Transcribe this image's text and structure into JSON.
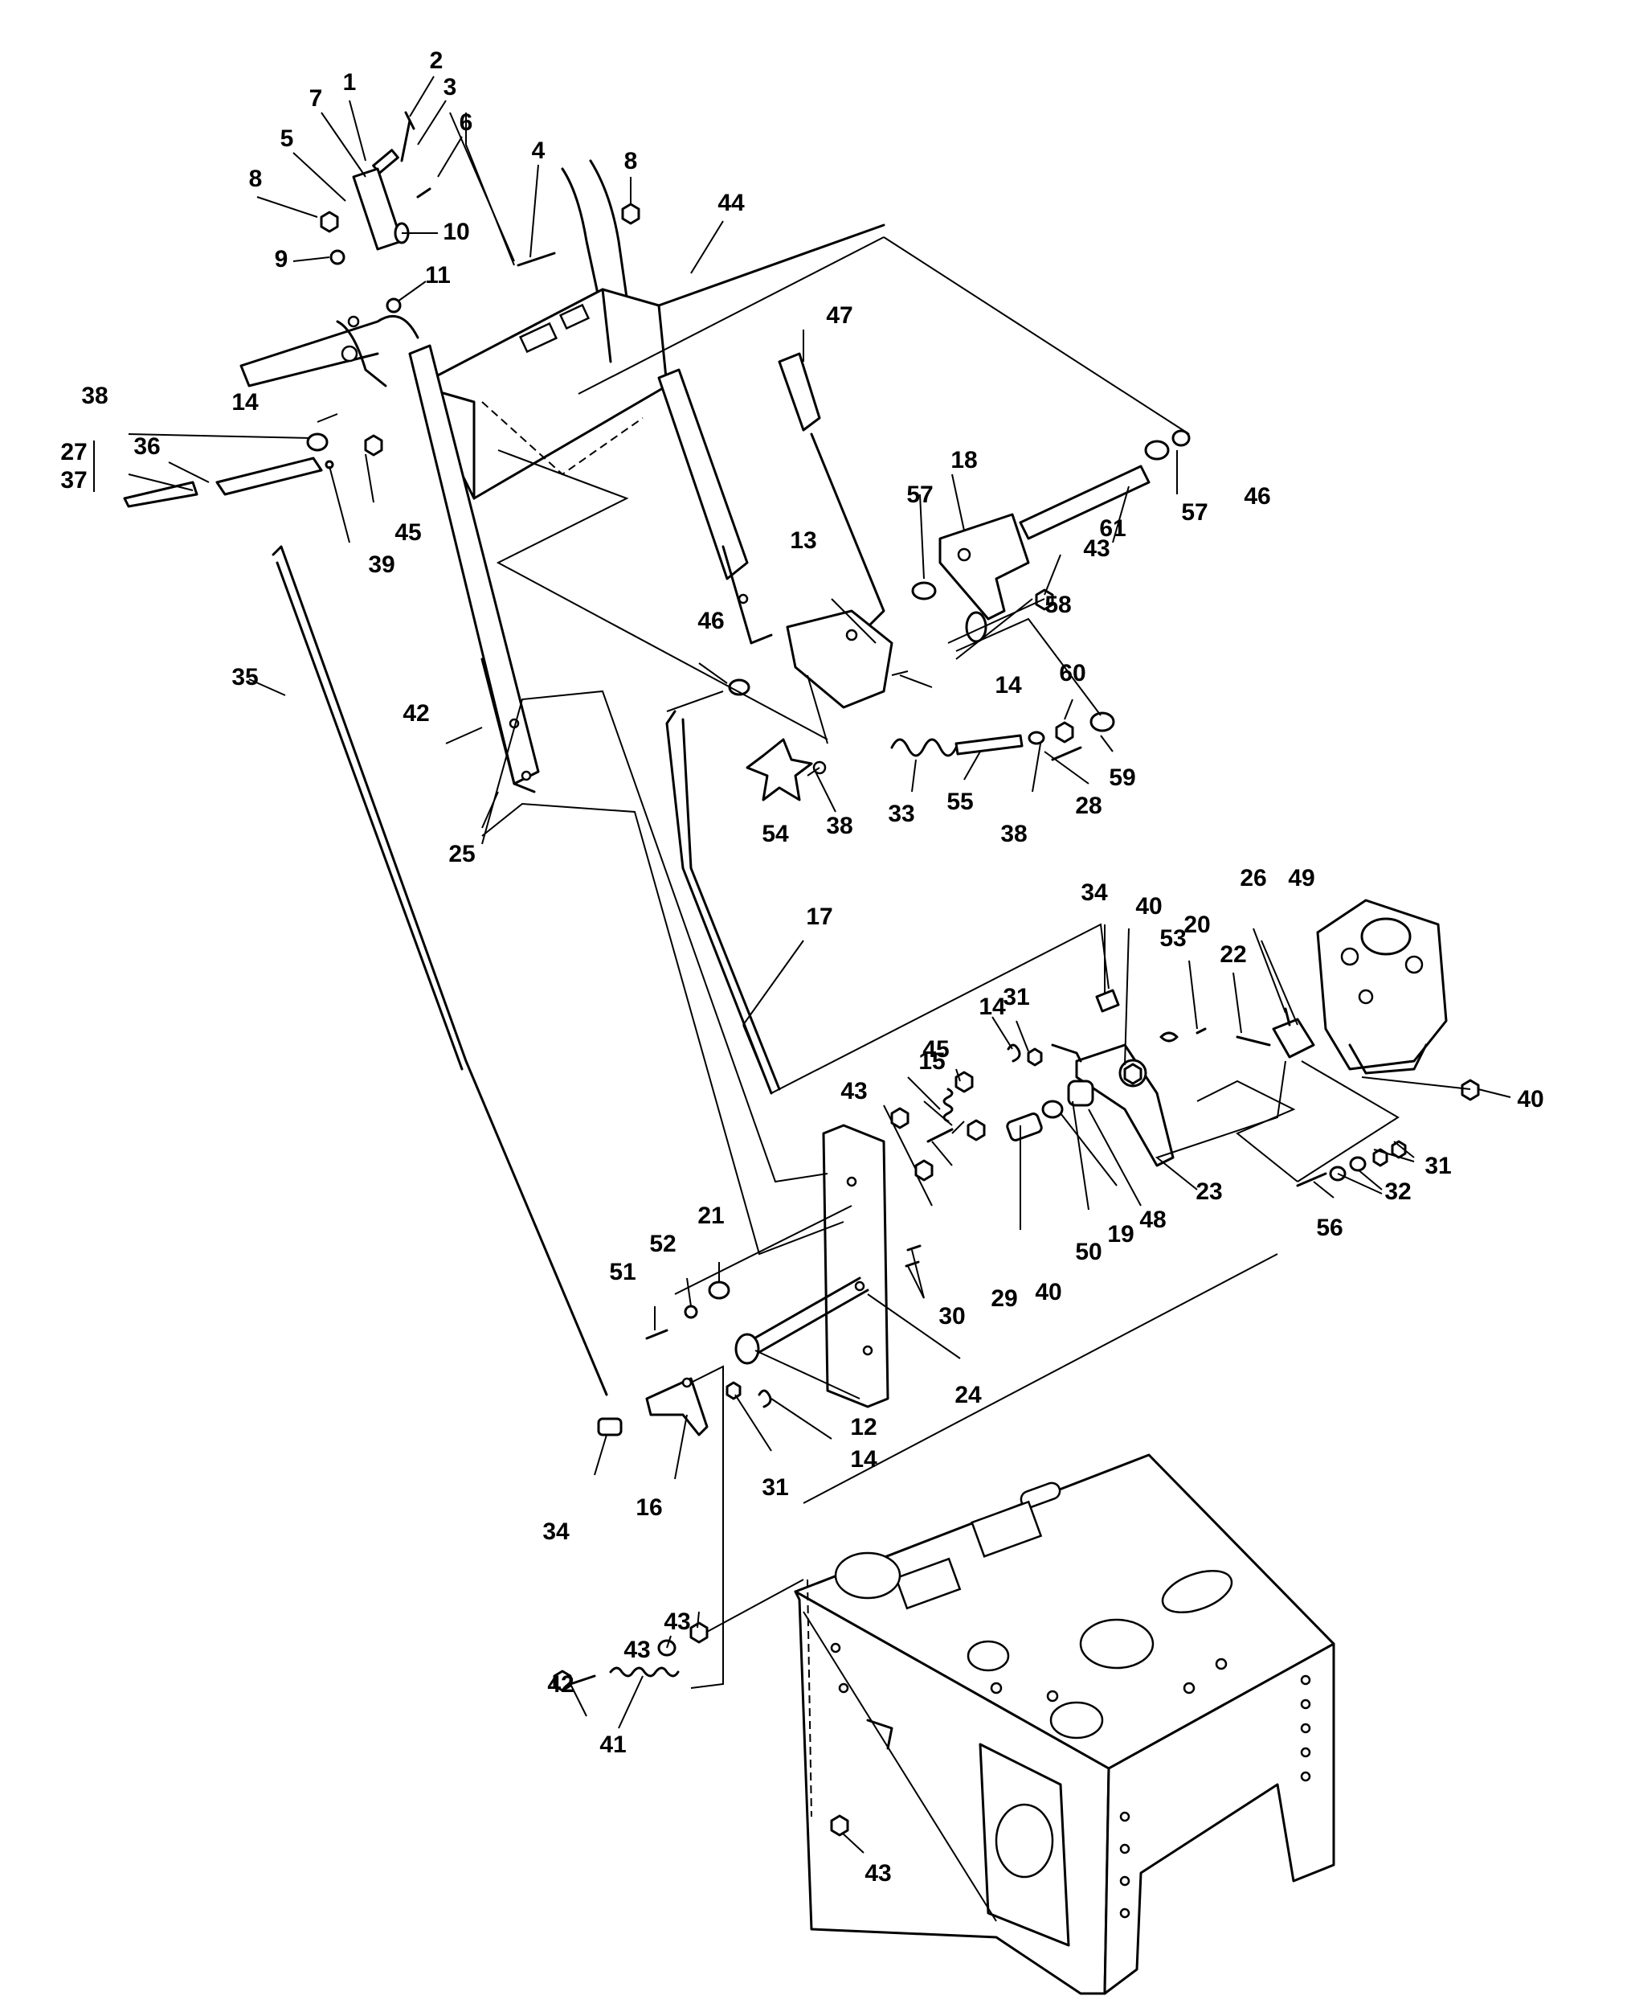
{
  "callouts": [
    {
      "id": "1",
      "text": "1"
    },
    {
      "id": "2",
      "text": "2"
    },
    {
      "id": "3",
      "text": "3"
    },
    {
      "id": "4",
      "text": "4"
    },
    {
      "id": "5",
      "text": "5"
    },
    {
      "id": "6",
      "text": "6"
    },
    {
      "id": "7",
      "text": "7"
    },
    {
      "id": "8a",
      "text": "8"
    },
    {
      "id": "8b",
      "text": "8"
    },
    {
      "id": "9",
      "text": "9"
    },
    {
      "id": "10",
      "text": "10"
    },
    {
      "id": "11",
      "text": "11"
    },
    {
      "id": "12",
      "text": "12"
    },
    {
      "id": "13",
      "text": "13"
    },
    {
      "id": "14a",
      "text": "14"
    },
    {
      "id": "14b",
      "text": "14"
    },
    {
      "id": "14c",
      "text": "14"
    },
    {
      "id": "14d",
      "text": "14"
    },
    {
      "id": "15",
      "text": "15"
    },
    {
      "id": "16",
      "text": "16"
    },
    {
      "id": "17",
      "text": "17"
    },
    {
      "id": "18",
      "text": "18"
    },
    {
      "id": "19",
      "text": "19"
    },
    {
      "id": "20",
      "text": "20"
    },
    {
      "id": "21",
      "text": "21"
    },
    {
      "id": "22",
      "text": "22"
    },
    {
      "id": "23",
      "text": "23"
    },
    {
      "id": "24",
      "text": "24"
    },
    {
      "id": "25",
      "text": "25"
    },
    {
      "id": "26",
      "text": "26"
    },
    {
      "id": "27",
      "text": "27"
    },
    {
      "id": "28",
      "text": "28"
    },
    {
      "id": "29",
      "text": "29"
    },
    {
      "id": "30",
      "text": "30"
    },
    {
      "id": "31a",
      "text": "31"
    },
    {
      "id": "31b",
      "text": "31"
    },
    {
      "id": "31c",
      "text": "31"
    },
    {
      "id": "32",
      "text": "32"
    },
    {
      "id": "33",
      "text": "33"
    },
    {
      "id": "34a",
      "text": "34"
    },
    {
      "id": "34b",
      "text": "34"
    },
    {
      "id": "35",
      "text": "35"
    },
    {
      "id": "36",
      "text": "36"
    },
    {
      "id": "37",
      "text": "37"
    },
    {
      "id": "38a",
      "text": "38"
    },
    {
      "id": "38b",
      "text": "38"
    },
    {
      "id": "38c",
      "text": "38"
    },
    {
      "id": "39",
      "text": "39"
    },
    {
      "id": "40a",
      "text": "40"
    },
    {
      "id": "40b",
      "text": "40"
    },
    {
      "id": "40c",
      "text": "40"
    },
    {
      "id": "41",
      "text": "41"
    },
    {
      "id": "42a",
      "text": "42"
    },
    {
      "id": "42b",
      "text": "42"
    },
    {
      "id": "43a",
      "text": "43"
    },
    {
      "id": "43b",
      "text": "43"
    },
    {
      "id": "43c",
      "text": "43"
    },
    {
      "id": "43d",
      "text": "43"
    },
    {
      "id": "43e",
      "text": "43"
    },
    {
      "id": "44",
      "text": "44"
    },
    {
      "id": "45a",
      "text": "45"
    },
    {
      "id": "45b",
      "text": "45"
    },
    {
      "id": "46a",
      "text": "46"
    },
    {
      "id": "46b",
      "text": "46"
    },
    {
      "id": "47",
      "text": "47"
    },
    {
      "id": "48",
      "text": "48"
    },
    {
      "id": "49",
      "text": "49"
    },
    {
      "id": "50",
      "text": "50"
    },
    {
      "id": "51",
      "text": "51"
    },
    {
      "id": "52",
      "text": "52"
    },
    {
      "id": "53",
      "text": "53"
    },
    {
      "id": "54",
      "text": "54"
    },
    {
      "id": "55",
      "text": "55"
    },
    {
      "id": "56",
      "text": "56"
    },
    {
      "id": "57a",
      "text": "57"
    },
    {
      "id": "57b",
      "text": "57"
    },
    {
      "id": "58",
      "text": "58"
    },
    {
      "id": "59",
      "text": "59"
    },
    {
      "id": "60",
      "text": "60"
    },
    {
      "id": "61",
      "text": "61"
    }
  ]
}
